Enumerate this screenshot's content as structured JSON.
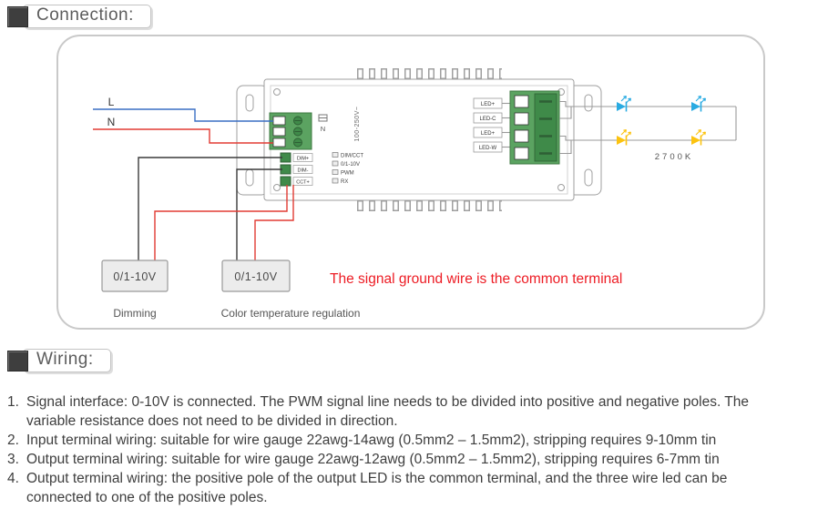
{
  "colors": {
    "wire-live": "#e23b33",
    "wire-neutral": "#3a6fc4",
    "wire-signal": "#3a3a3a",
    "note-red": "#ed1c24",
    "led-cool": "#29abe2",
    "led-warm": "#fcc30f",
    "terminal-green": "#5ba361",
    "terminal-green-dark": "#3f8a49"
  },
  "headers": {
    "connection": "Connection:",
    "wiring": "Wiring:"
  },
  "diagram": {
    "mains": {
      "live": "L",
      "neutral": "N"
    },
    "driver": {
      "rating_vertical": "100-250V~",
      "neutral_mark": "N",
      "input_terminals": [
        "DIM+",
        "DIM-",
        "CCT+"
      ],
      "signal_legend": [
        "DIM/CCT",
        "0/1-10V",
        "PWM",
        "RX"
      ],
      "output_terminals": [
        "LED+",
        "LED-C",
        "LED+",
        "LED-W"
      ]
    },
    "output": {
      "color_temp": "2700K"
    },
    "controllers": [
      {
        "label": "0/1-10V",
        "caption": "Dimming"
      },
      {
        "label": "0/1-10V",
        "caption": "Color temperature regulation"
      }
    ],
    "note": "The signal ground wire is the common terminal"
  },
  "wiring": {
    "items": [
      {
        "num": "1.",
        "text": "Signal interface: 0-10V is connected. The PWM signal line needs to be divided into positive and negative poles. The variable resistance does not need to be divided in direction."
      },
      {
        "num": "2.",
        "text": "Input terminal wiring: suitable for wire gauge 22awg-14awg (0.5mm2 – 1.5mm2), stripping requires 9-10mm tin"
      },
      {
        "num": "3.",
        "text": "Output terminal wiring: suitable for wire gauge 22awg-12awg (0.5mm2 – 1.5mm2), stripping requires 6-7mm tin"
      },
      {
        "num": "4.",
        "text": "Output terminal wiring: the positive pole of the output LED is the common terminal, and the three wire led can be connected to one of the positive poles."
      }
    ]
  }
}
